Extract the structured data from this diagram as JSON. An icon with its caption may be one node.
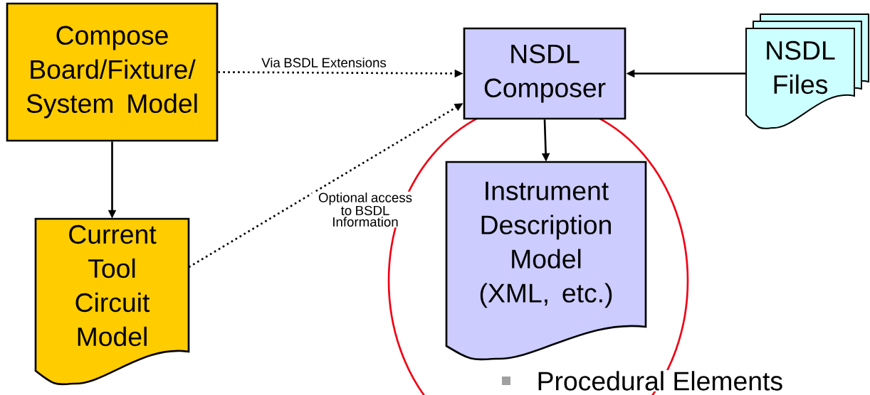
{
  "diagram": {
    "nodes": [
      {
        "text": [
          "Compose Board/Fixture/ System Model"
        ]
      },
      {
        "text": [
          "NSDL Composer"
        ]
      },
      {
        "text": [
          "NSDL Files"
        ]
      },
      {
        "text": [
          "Current Tool Circuit Model"
        ]
      },
      {
        "text": [
          "Instrument Description Model (XML, etc.)"
        ]
      }
    ],
    "edges": [
      {
        "from": 0,
        "to": 1,
        "arrow": "to",
        "style": "dashed",
        "label": "Via BSDL Extensions"
      },
      {
        "from": 3,
        "to": 1,
        "arrow": "to",
        "style": "dashed",
        "label": "Optional access to BSDL Information"
      },
      {
        "from": 2,
        "to": 1,
        "arrow": "to"
      },
      {
        "from": 1,
        "to": 4,
        "arrow": "to"
      },
      {
        "from": 0,
        "to": 3,
        "arrow": "to"
      }
    ],
    "labels": [
      "Procedural Elements"
    ]
  }
}
